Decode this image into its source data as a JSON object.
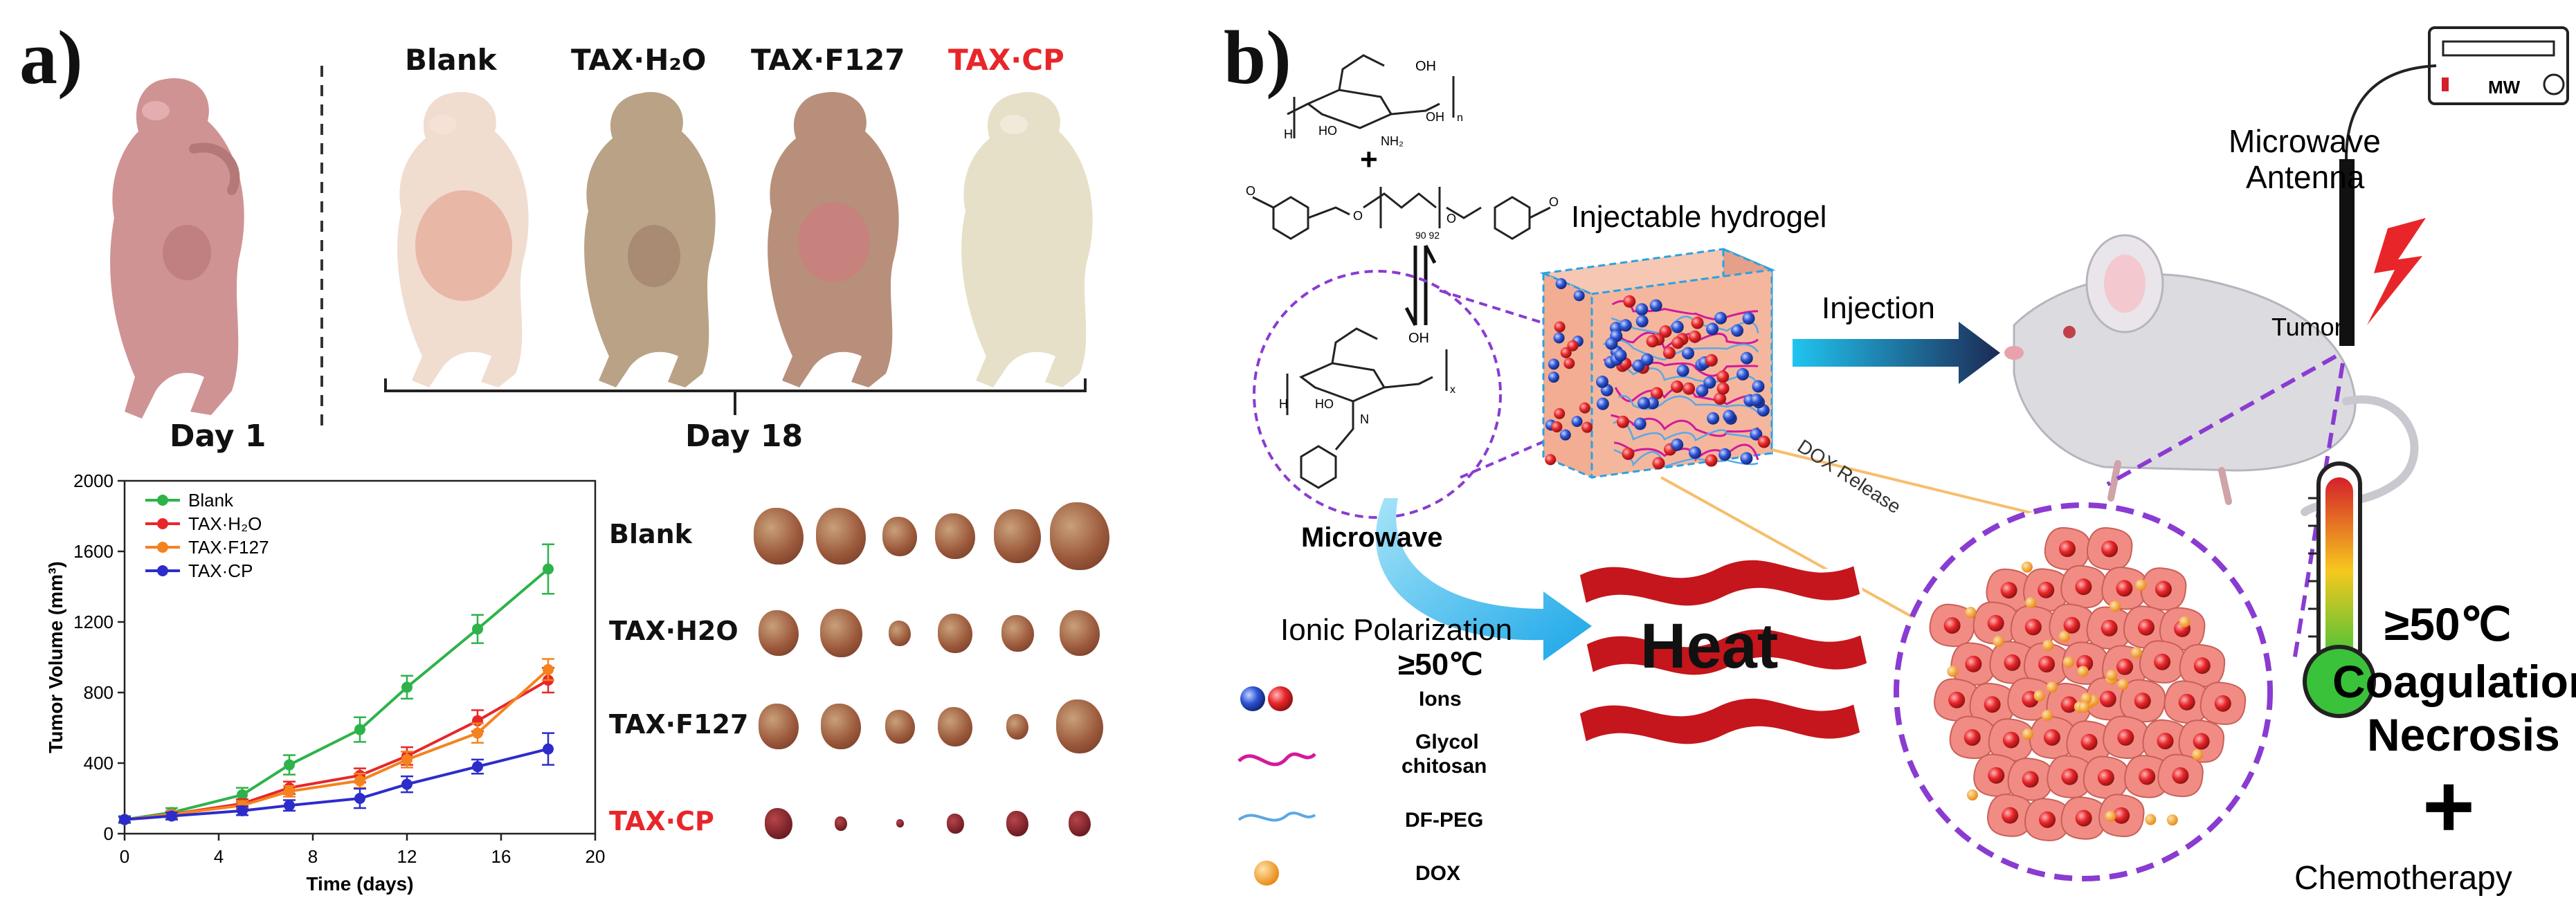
{
  "panel_a": {
    "letter": "a)",
    "groups": [
      {
        "label": "Blank",
        "color": "#111111"
      },
      {
        "label": "TAX·H₂O",
        "color": "#111111"
      },
      {
        "label": "TAX·F127",
        "color": "#111111"
      },
      {
        "label": "TAX·CP",
        "color": "#e8262a"
      }
    ],
    "day1_label": "Day 1",
    "day18_label": "Day 18",
    "tumor_rows": [
      {
        "label": "Blank",
        "color": "#111111",
        "sizes": [
          1.0,
          1.0,
          0.7,
          0.8,
          0.95,
          1.2
        ]
      },
      {
        "label": "TAX·H2O",
        "color": "#111111",
        "sizes": [
          0.8,
          0.85,
          0.45,
          0.7,
          0.65,
          0.8
        ]
      },
      {
        "label": "TAX·F127",
        "color": "#111111",
        "sizes": [
          0.8,
          0.8,
          0.6,
          0.7,
          0.45,
          0.95
        ]
      },
      {
        "label": "TAX·CP",
        "color": "#e8262a",
        "sizes": [
          0.55,
          0.25,
          0.15,
          0.35,
          0.45,
          0.45
        ]
      }
    ]
  },
  "chart_data": {
    "type": "line",
    "xlabel": "Time (days)",
    "ylabel": "Tumor Volume (mm³)",
    "xlim": [
      0,
      20
    ],
    "ylim": [
      0,
      2000
    ],
    "xticks": [
      0,
      4,
      8,
      12,
      16,
      20
    ],
    "yticks": [
      0,
      400,
      800,
      1200,
      1600,
      2000
    ],
    "legend_position": "top-left",
    "series": [
      {
        "name": "Blank",
        "color": "#2db34a",
        "x": [
          0,
          2,
          5,
          7,
          10,
          12,
          15,
          18
        ],
        "y": [
          80,
          120,
          220,
          390,
          590,
          830,
          1160,
          1500
        ],
        "err": [
          20,
          25,
          40,
          55,
          70,
          65,
          80,
          140
        ]
      },
      {
        "name": "TAX·H₂O",
        "color": "#e8262a",
        "x": [
          0,
          2,
          5,
          7,
          10,
          12,
          15,
          18
        ],
        "y": [
          80,
          110,
          170,
          260,
          330,
          440,
          640,
          870
        ],
        "err": [
          15,
          20,
          25,
          35,
          40,
          50,
          60,
          70
        ]
      },
      {
        "name": "TAX·F127",
        "color": "#f5821f",
        "x": [
          0,
          2,
          5,
          7,
          10,
          12,
          15,
          18
        ],
        "y": [
          80,
          110,
          160,
          240,
          300,
          420,
          570,
          930
        ],
        "err": [
          15,
          20,
          25,
          30,
          40,
          45,
          55,
          60
        ]
      },
      {
        "name": "TAX·CP",
        "color": "#2c2ccb",
        "x": [
          0,
          2,
          5,
          7,
          10,
          12,
          15,
          18
        ],
        "y": [
          80,
          100,
          130,
          160,
          200,
          280,
          380,
          480
        ],
        "err": [
          15,
          20,
          25,
          30,
          55,
          45,
          40,
          90
        ]
      }
    ]
  },
  "panel_b": {
    "letter": "b)",
    "hydrogel_label": "Injectable hydrogel",
    "injection_label": "Injection",
    "dox_release_label": "DOX Release",
    "microwave_label": "Microwave",
    "ionic_label_1": "Ionic Polarization",
    "ionic_label_2": "≥50℃",
    "heat_label": "Heat",
    "antenna_label_1": "Microwave",
    "antenna_label_2": "Antenna",
    "mw_label": "MW",
    "tumor_label": "Tumor",
    "temp_label": "≥50℃",
    "coag_label": "Coagulation",
    "necrosis_label": "Necrosis",
    "plus_label": "+",
    "chemo_label": "Chemotherapy",
    "legend": {
      "ions": "Ions",
      "glycol_1": "Glycol",
      "glycol_2": "chitosan",
      "dfpeg": "DF-PEG",
      "dox": "DOX"
    },
    "chem": {
      "plus": "+",
      "oh": "OH",
      "ho": "HO",
      "nh2": "NH₂",
      "h": "H",
      "n": "n",
      "x": "x",
      "nn": "90 92",
      "o": "O",
      "n_atom": "N"
    },
    "colors": {
      "purple": "#8a3bd1",
      "ion_red": "#e8262a",
      "ion_blue": "#2e55d6",
      "dox_orange": "#f39a1e",
      "cell": "#f08c84",
      "gel_face": "#f4b79e",
      "arrow_dark": "#1c2a55",
      "arrow_light": "#20c4f0"
    }
  }
}
